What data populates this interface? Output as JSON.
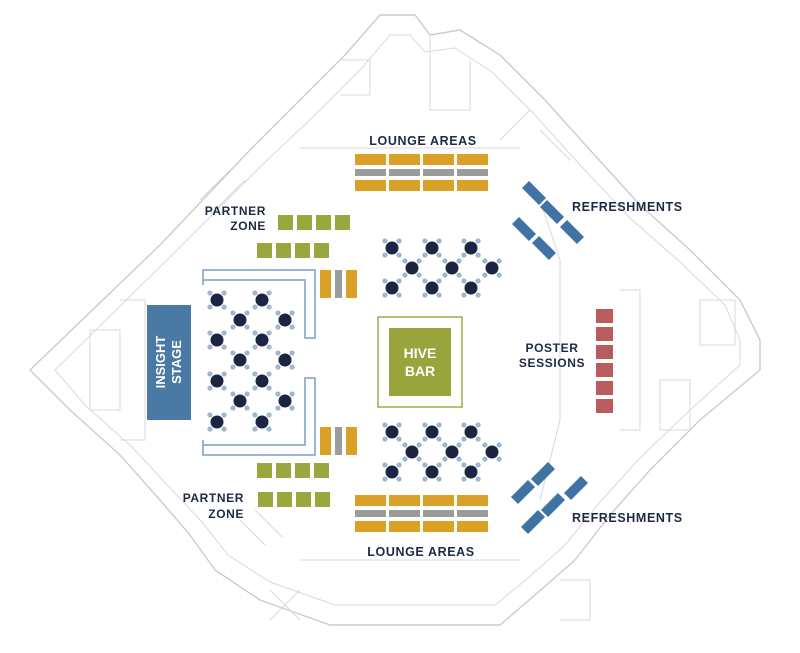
{
  "labels": {
    "lounge_top": "LOUNGE AREAS",
    "lounge_bottom": "LOUNGE AREAS",
    "partner_top_line1": "PARTNER",
    "partner_top_line2": "ZONE",
    "partner_bottom_line1": "PARTNER",
    "partner_bottom_line2": "ZONE",
    "refresh_top": "REFRESHMENTS",
    "refresh_bottom": "REFRESHMENTS",
    "poster_line1": "POSTER",
    "poster_line2": "SESSIONS",
    "stage_line1": "INSIGHT",
    "stage_line2": "STAGE",
    "bar_line1": "HIVE",
    "bar_line2": "BAR"
  },
  "colors": {
    "stage": "#4a79a6",
    "bar": "#99a53c",
    "lounge_gold": "#dba127",
    "lounge_gray": "#9b9b9b",
    "partner_olive": "#9aa73f",
    "refresh_blue": "#3f73a4",
    "poster_red": "#b85c5f",
    "table_navy": "#1b2542",
    "chair_lightblue": "#9fb6cf",
    "outline_blue": "#7a9ec4",
    "wall_gray": "#c9ccd3",
    "label_navy": "#1e2a45"
  }
}
